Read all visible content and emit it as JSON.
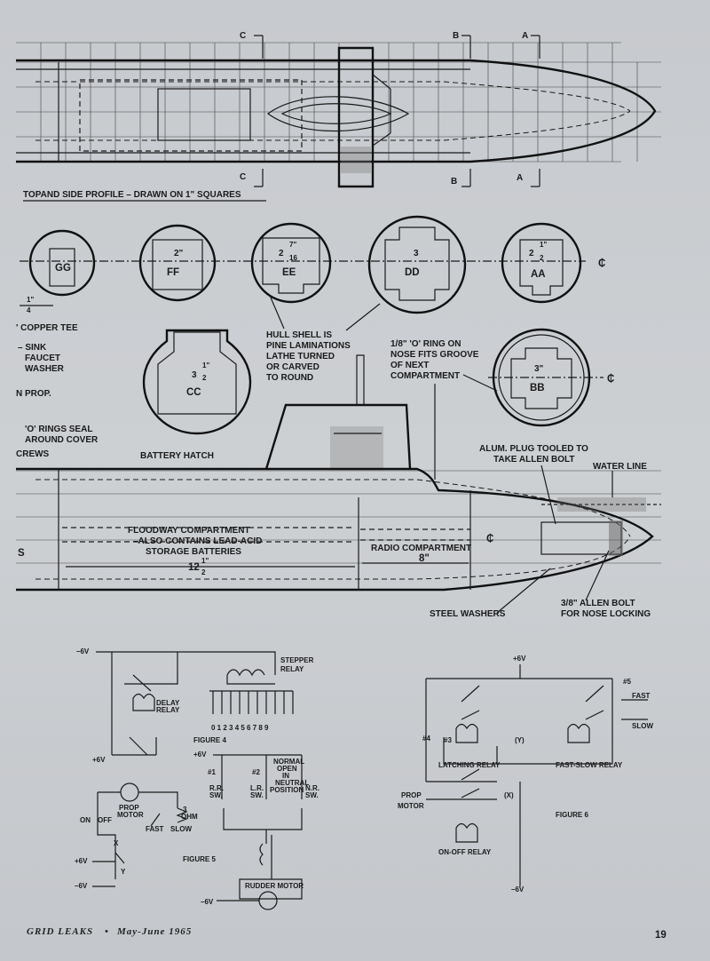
{
  "section_marks": {
    "c_top": "C",
    "b_top": "B",
    "a_top": "A",
    "c_bot": "C",
    "b_bot": "B",
    "a_bot": "A"
  },
  "top_profile_caption": "TOPAND SIDE PROFILE – DRAWN ON 1\" SQUARES",
  "sections": [
    {
      "id": "GG",
      "dim_small": "1\"",
      "dim_small_den": "4"
    },
    {
      "id": "FF",
      "dim": "2\""
    },
    {
      "id": "EE",
      "dim_whole": "2",
      "dim_num": "7\"",
      "dim_den": "16"
    },
    {
      "id": "DD",
      "dim": "3"
    },
    {
      "id": "AA",
      "dim_whole": "2",
      "dim_num": "1\"",
      "dim_den": "2"
    },
    {
      "id": "CC",
      "dim_whole": "3",
      "dim_num": "1\"",
      "dim_den": "2"
    },
    {
      "id": "BB",
      "dim": "3\""
    }
  ],
  "centerline_mark": "₵",
  "left_notes": [
    "' COPPER TEE",
    "– SINK",
    "FAUCET",
    "WASHER",
    "N PROP.",
    "'O' RINGS SEAL",
    "AROUND COVER",
    "CREWS",
    "S"
  ],
  "hull_note": [
    "HULL SHELL IS",
    "PINE LAMINATIONS",
    "LATHE TURNED",
    "OR CARVED",
    "TO ROUND"
  ],
  "oring_note": [
    "1/8\" 'O' RING ON",
    "NOSE FITS GROOVE",
    "OF NEXT",
    "COMPARTMENT"
  ],
  "battery_hatch": "BATTERY HATCH",
  "alum_plug": [
    "ALUM. PLUG TOOLED TO",
    "TAKE ALLEN BOLT"
  ],
  "water_line": "WATER LINE",
  "floodway": [
    "FLOODWAY COMPARTMENT",
    "–ALSO CONTAINS LEAD-ACID",
    "STORAGE BATTERIES"
  ],
  "floodway_dim_whole": "12",
  "floodway_dim_num": "1\"",
  "floodway_dim_den": "2",
  "radio_comp": "RADIO COMPARTMENT",
  "radio_dim": "8\"",
  "steel_washers": "STEEL WASHERS",
  "allen_bolt": [
    "3/8\" ALLEN BOLT",
    "FOR NOSE LOCKING"
  ],
  "fig4": {
    "supply": "–6V",
    "stepper": [
      "STEPPER",
      "RELAY"
    ],
    "delay": [
      "DELAY",
      "RELAY"
    ],
    "plus6": "+6V",
    "digits": "0 1 2 3 4 5 6 7 8 9",
    "caption": "FIGURE 4"
  },
  "fig5": {
    "plus6": "+6V",
    "sw1": "#1",
    "sw2": "#2",
    "normal": [
      "NORMAL",
      "OPEN",
      "IN",
      "NEUTRAL",
      "POSITION"
    ],
    "rr": [
      "R.R.",
      "SW."
    ],
    "lr": [
      "L.R.",
      "SW."
    ],
    "nr": [
      "N.R.",
      "SW."
    ],
    "prop": [
      "PROP",
      "MOTOR"
    ],
    "ohm": [
      "3",
      "OHM"
    ],
    "on": "ON",
    "off": "OFF",
    "fast": "FAST",
    "slow": "SLOW",
    "x": "X",
    "y": "Y",
    "p6": "+6V",
    "m6": "–6V",
    "caption": "FIGURE 5",
    "rudder": "RUDDER MOTOR",
    "m6b": "–6V"
  },
  "fig6": {
    "plus6": "+6V",
    "sw4": "#4",
    "sw3": "#3",
    "sw5": "#5",
    "y": "(Y)",
    "x": "(X)",
    "fast": "FAST",
    "slow": "SLOW",
    "latching": "LATCHING RELAY",
    "fastslow": "FAST-SLOW RELAY",
    "prop": [
      "PROP",
      "MOTOR"
    ],
    "onoff": "ON-OFF RELAY",
    "m6": "–6V",
    "caption": "FIGURE 6"
  },
  "footer": {
    "magazine": "GRID LEAKS",
    "issue": "May-June 1965",
    "page": "19"
  }
}
